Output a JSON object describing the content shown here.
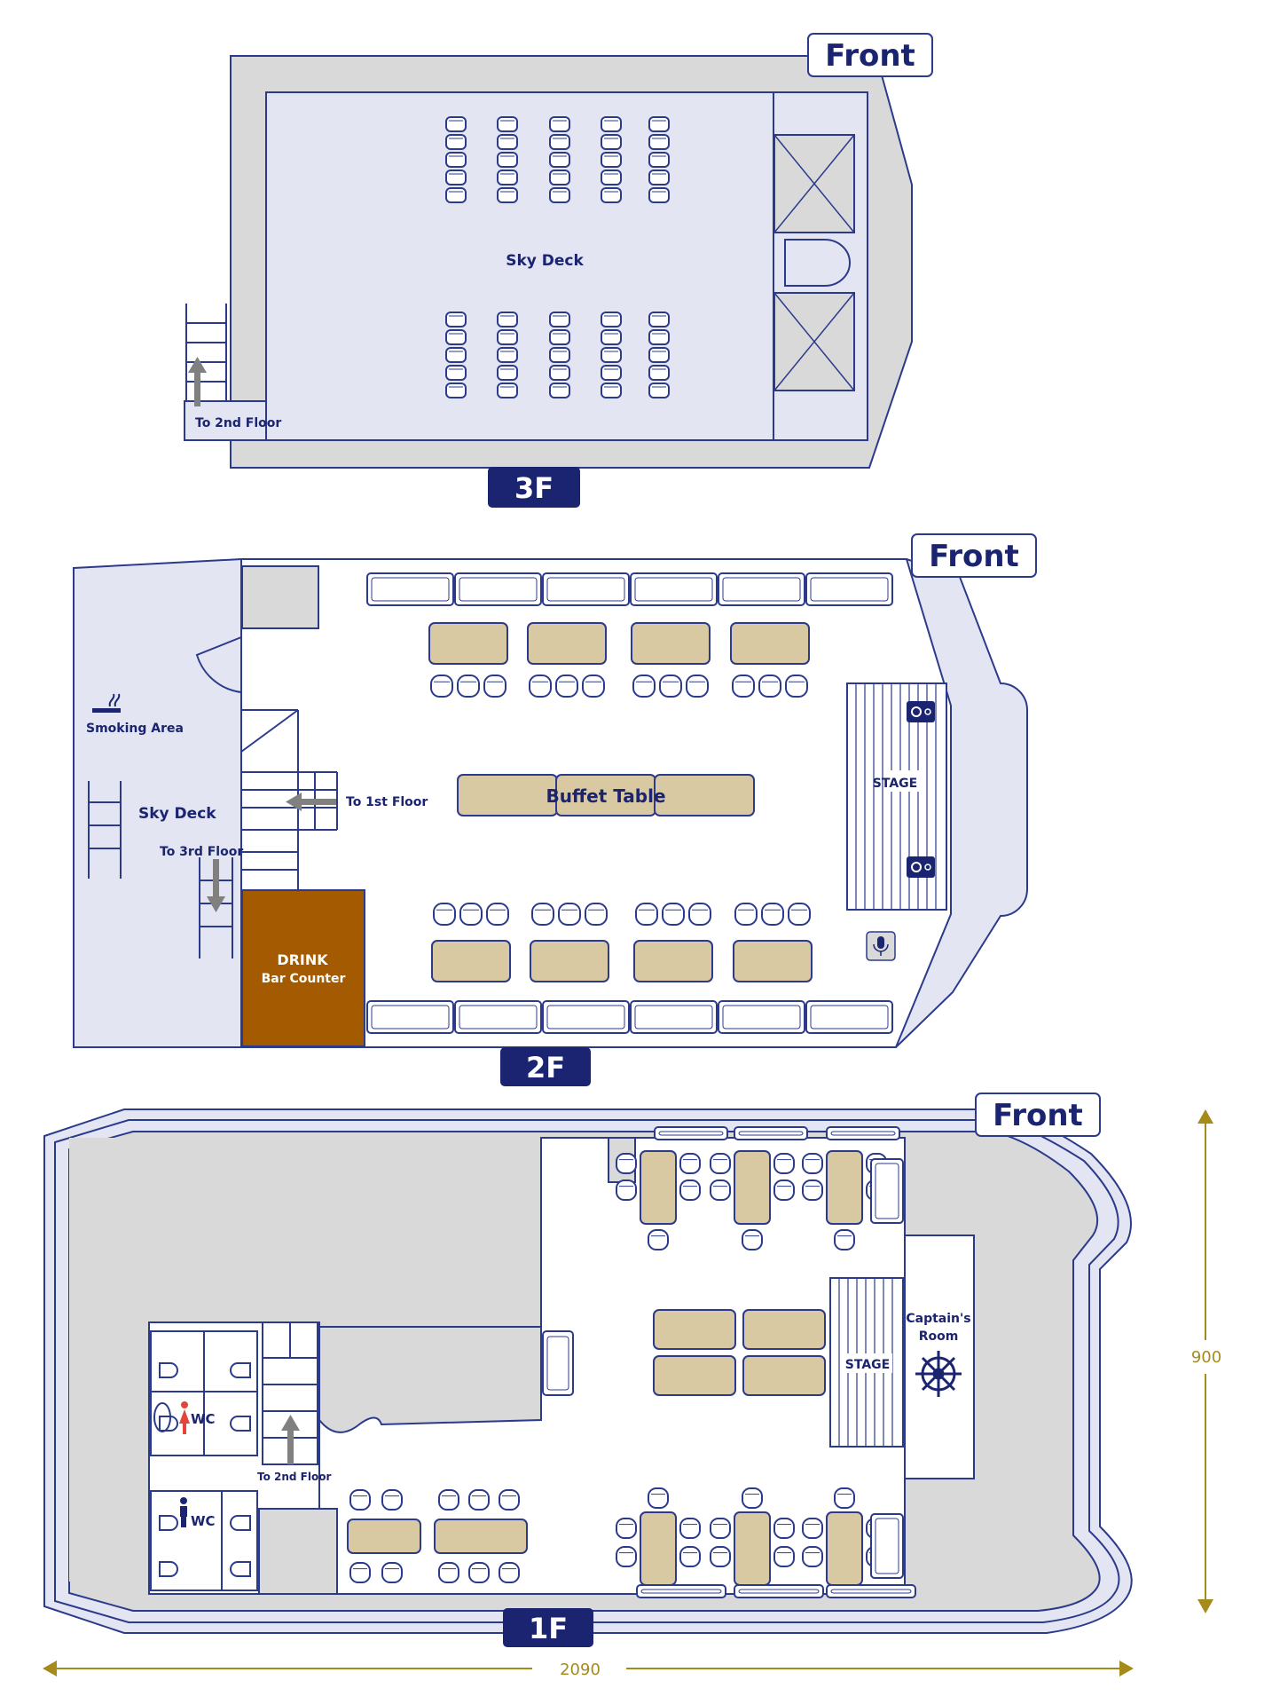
{
  "colors": {
    "navy": "#1b2470",
    "line": "#2c3a8c",
    "floor_fill": "#e3e6f2",
    "deck_gray": "#d9d9d9",
    "table_tan": "#d9c9a3",
    "bar_brown": "#a35a00",
    "arrow_gray": "#808080",
    "dimension_gold": "#a58b1c",
    "wc_female": "#e0463c"
  },
  "labels": {
    "front": "Front",
    "floor_3f": "3F",
    "floor_2f": "2F",
    "floor_1f": "1F",
    "sky_deck_3f": "Sky Deck",
    "to_2nd_floor_3f": "To 2nd Floor",
    "smoking_area": "Smoking Area",
    "sky_deck_2f": "Sky Deck",
    "to_3rd_floor": "To 3rd Floor",
    "to_1st_floor": "To 1st Floor",
    "buffet_table": "Buffet Table",
    "stage_2f": "STAGE",
    "drink": "DRINK",
    "bar_counter": "Bar Counter",
    "captains_room_1": "Captain's",
    "captains_room_2": "Room",
    "stage_1f": "STAGE",
    "wc_female": "WC",
    "wc_male": "WC",
    "to_2nd_floor_1f": "To 2nd Floor"
  },
  "dimensions": {
    "width": "2090",
    "height": "900"
  },
  "icons": [
    "front-tag",
    "stair-arrow-icon",
    "smoking-icon",
    "speaker-icon",
    "microphone-icon",
    "ship-wheel-icon",
    "female-icon",
    "male-icon"
  ]
}
